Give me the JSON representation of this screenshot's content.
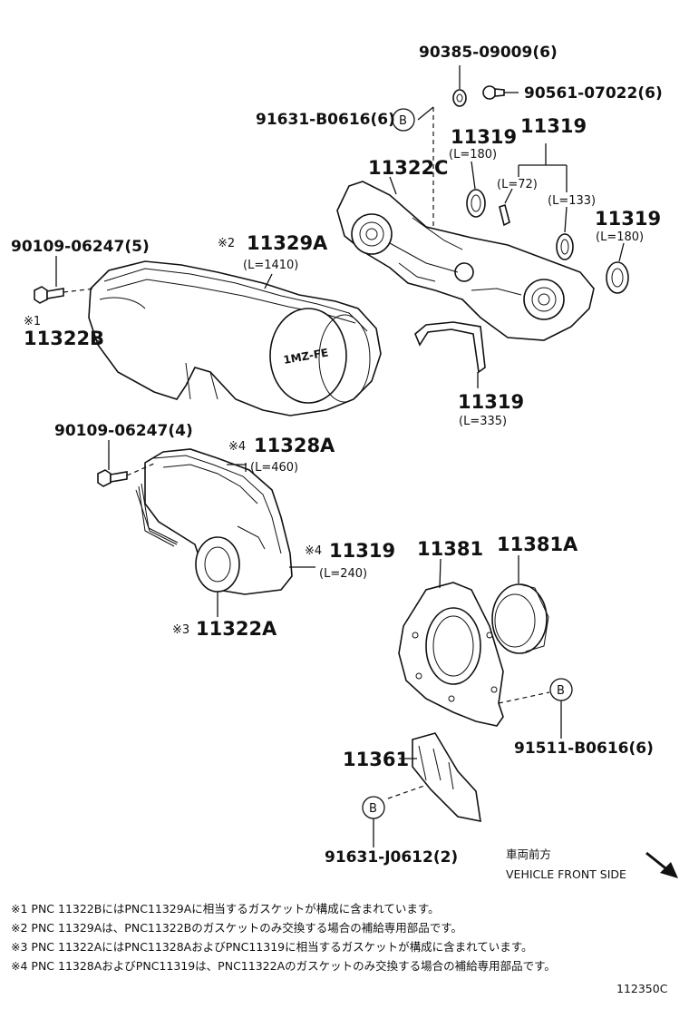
{
  "callouts": {
    "p90385": "90385-09009(6)",
    "p90561": "90561-07022(6)",
    "p91631_top": "91631-B0616(6)",
    "ref_b_top": "B",
    "p11319_a": "11319",
    "p11319_a_len": "(L=180)",
    "p11319_group": "11319",
    "p11319_group_len1": "(L=72)",
    "p11319_group_len2": "(L=133)",
    "p11322c": "11322C",
    "p11319_c": "11319",
    "p11319_c_len": "(L=180)",
    "p90109_5": "90109-06247(5)",
    "p11329a_mark": "※2",
    "p11329a": "11329A",
    "p11329a_len": "(L=1410)",
    "p11322b_mark": "※1",
    "p11322b": "11322B",
    "p11319_d": "11319",
    "p11319_d_len": "(L=335)",
    "p90109_4": "90109-06247(4)",
    "p11328a_mark": "※4",
    "p11328a": "11328A",
    "p11328a_len": "(L=460)",
    "p11319_e_mark": "※4",
    "p11319_e": "11319",
    "p11319_e_len": "(L=240)",
    "p11322a_mark": "※3",
    "p11322a": "11322A",
    "p11381": "11381",
    "p11381a": "11381A",
    "ref_b_mid": "B",
    "p91511": "91511-B0616(6)",
    "p11361": "11361",
    "ref_b_bot": "B",
    "p91631_bot": "91631-J0612(2)",
    "cover_text": "1MZ-FE"
  },
  "direction": {
    "jp": "車両前方",
    "en": "VEHICLE FRONT SIDE"
  },
  "notes": [
    "※1 PNC 11322BにはPNC11329Aに相当するガスケットが構成に含まれています。",
    "※2 PNC 11329Aは、PNC11322Bのガスケットのみ交換する場合の補給専用部品です。",
    "※3 PNC 11322AにはPNC11328AおよびPNC11319に相当するガスケットが構成に含まれています。",
    "※4 PNC 11328AおよびPNC11319は、PNC11322Aのガスケットのみ交換する場合の補給専用部品です。"
  ],
  "figure_id": "112350C"
}
